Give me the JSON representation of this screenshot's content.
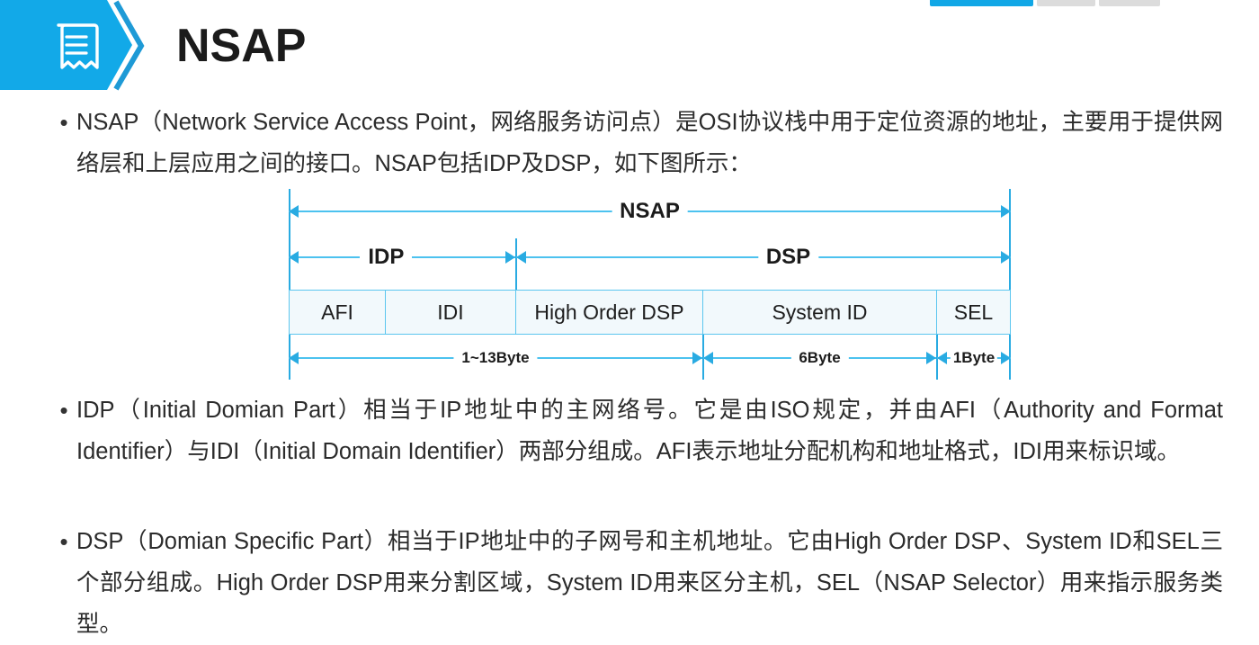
{
  "header": {
    "title": "NSAP",
    "icon": "document-lines-icon",
    "banner_color": "#12a9e8"
  },
  "progress": {
    "segments": [
      {
        "state": "active",
        "color": "#11a7e6"
      },
      {
        "state": "inactive",
        "color": "#dcdcdc"
      },
      {
        "state": "inactive",
        "color": "#dcdcdc"
      }
    ]
  },
  "bullets": [
    {
      "marker": "•",
      "text": "NSAP（Network Service Access Point，网络服务访问点）是OSI协议栈中用于定位资源的地址，主要用于提供网络层和上层应用之间的接口。NSAP包括IDP及DSP，如下图所示："
    },
    {
      "marker": "•",
      "text": "IDP（Initial Domian Part）相当于IP地址中的主网络号。它是由ISO规定，并由AFI（Authority and Format Identifier）与IDI（Initial Domain Identifier）两部分组成。AFI表示地址分配机构和地址格式，IDI用来标识域。"
    },
    {
      "marker": "•",
      "text": "DSP（Domian Specific Part）相当于IP地址中的子网号和主机地址。它由High Order DSP、System ID和SEL三个部分组成。High Order DSP用来分割区域，System ID用来区分主机，SEL（NSAP Selector）用来指示服务类型。"
    }
  ],
  "diagram": {
    "spans_top": [
      {
        "label": "NSAP"
      }
    ],
    "spans_mid": [
      {
        "label": "IDP"
      },
      {
        "label": "DSP"
      }
    ],
    "fields": [
      {
        "label": "AFI"
      },
      {
        "label": "IDI"
      },
      {
        "label": "High Order DSP"
      },
      {
        "label": "System ID"
      },
      {
        "label": "SEL"
      }
    ],
    "spans_bottom": [
      {
        "label": "1~13Byte"
      },
      {
        "label": "6Byte"
      },
      {
        "label": "1Byte"
      }
    ],
    "line_color": "#29abe2",
    "box_fill": "#f2f9fc",
    "box_border": "#5cc6ef"
  }
}
